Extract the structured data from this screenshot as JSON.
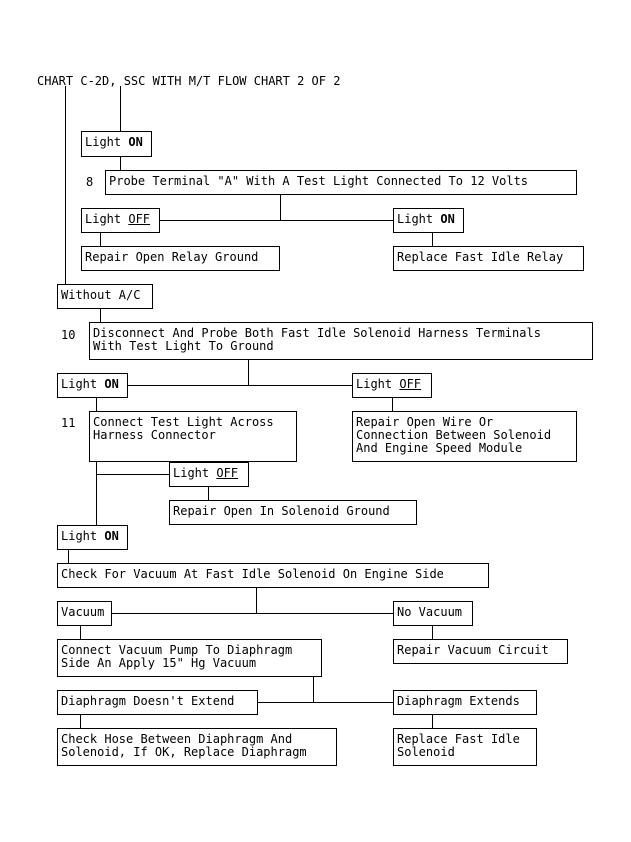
{
  "title": "CHART C-2D, SSC WITH M/T FLOW CHART 2 OF 2",
  "steps": {
    "s8": "8",
    "s10": "10",
    "s11": "11"
  },
  "nodes": {
    "light_on_1": {
      "prefix": "Light ",
      "state": "ON"
    },
    "probe_a": "Probe Terminal \"A\" With A Test Light Connected To 12 Volts",
    "light_off_1": {
      "prefix": "Light ",
      "state": "OFF"
    },
    "light_on_2": {
      "prefix": "Light ",
      "state": "ON"
    },
    "repair_relay_ground": "Repair Open Relay Ground",
    "replace_fast_idle_relay": "Replace Fast Idle Relay",
    "without_ac": "Without A/C",
    "disconnect_probe": [
      "Disconnect And Probe Both Fast Idle Solenoid Harness Terminals",
      "With Test Light To Ground"
    ],
    "light_on_3": {
      "prefix": "Light ",
      "state": "ON"
    },
    "light_off_2": {
      "prefix": "Light ",
      "state": "OFF"
    },
    "connect_test_light": [
      "Connect Test Light Across",
      "Harness Connector"
    ],
    "repair_open_wire": [
      "Repair Open Wire Or",
      "Connection Between Solenoid",
      "And Engine Speed Module"
    ],
    "light_off_3": {
      "prefix": "Light ",
      "state": "OFF"
    },
    "repair_solenoid_ground": "Repair Open In Solenoid Ground",
    "light_on_4": {
      "prefix": "Light ",
      "state": "ON"
    },
    "check_vacuum": "Check For Vacuum At Fast Idle Solenoid On Engine Side",
    "vacuum": "Vacuum",
    "no_vacuum": "No Vacuum",
    "connect_vacuum_pump": [
      "Connect Vacuum Pump To Diaphragm",
      "Side An Apply 15\" Hg Vacuum"
    ],
    "repair_vacuum_circuit": "Repair Vacuum Circuit",
    "diaphragm_not_extend": "Diaphragm Doesn't Extend",
    "diaphragm_extends": "Diaphragm Extends",
    "check_hose": [
      "Check Hose Between Diaphragm And",
      "Solenoid, If OK, Replace Diaphragm"
    ],
    "replace_fast_idle_solenoid": [
      "Replace Fast Idle",
      "Solenoid"
    ]
  }
}
